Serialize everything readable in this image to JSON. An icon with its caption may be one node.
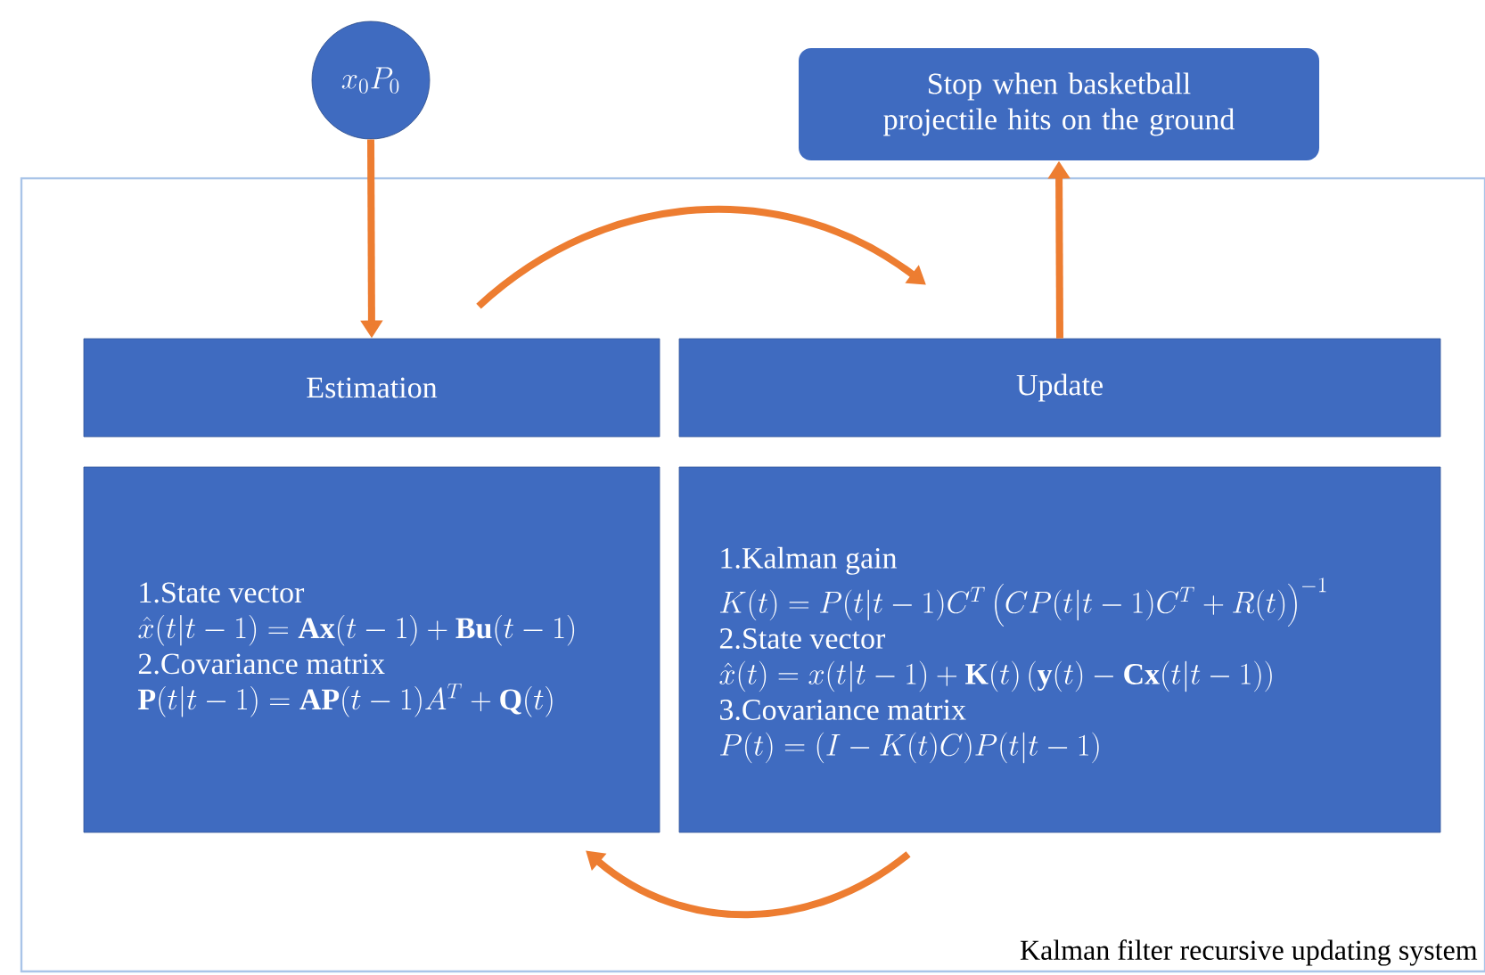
{
  "diagram": {
    "nodes": [
      {
        "text": [
          "x_{0}P_{0}"
        ]
      },
      {
        "text": [
          "Stop when basketball projectile hits on the ground"
        ]
      },
      {
        "text": [
          "Kalman filter recursive updating system"
        ]
      },
      {
        "text": [
          "Estimation"
        ],
        "in": 2
      },
      {
        "text": [
          "Update"
        ],
        "in": 2
      },
      {
        "text": [
          "1.State vector",
          "\\hat{x}(t|t-1)=\\mathbf{Ax}(t-1)+\\mathbf{Bu}(t-1)",
          "2.Covariance matrix",
          "\\mathbf{P}(t|t-1)=\\mathbf{AP}(t-1)A^{T}+\\mathbf{Q}(t)"
        ],
        "in": 2
      },
      {
        "text": [
          "1.Kalman gain",
          "K(t)=P(t|t-1)C^{T}\\left(CP(t|t-1)C^{T}+R(t)\\right)^{-1}",
          "2.State vector",
          "\\hat{x}(t)=x(t|t-1)+\\mathbf{K}(t)\\left(\\mathbf{y}(t)-\\mathbf{Cx}(t|t-1)\\right)",
          "3.Covariance matrix",
          "P(t)=(I-K(t)C)P(t|t-1)"
        ],
        "in": 2
      }
    ],
    "edges": [
      {
        "from": 0,
        "to": 3,
        "arrow": "to"
      },
      {
        "from": 4,
        "to": 1,
        "arrow": "to"
      },
      {
        "from": 3,
        "to": 4,
        "arrow": "to"
      },
      {
        "from": 6,
        "to": 5,
        "arrow": "to"
      }
    ]
  }
}
